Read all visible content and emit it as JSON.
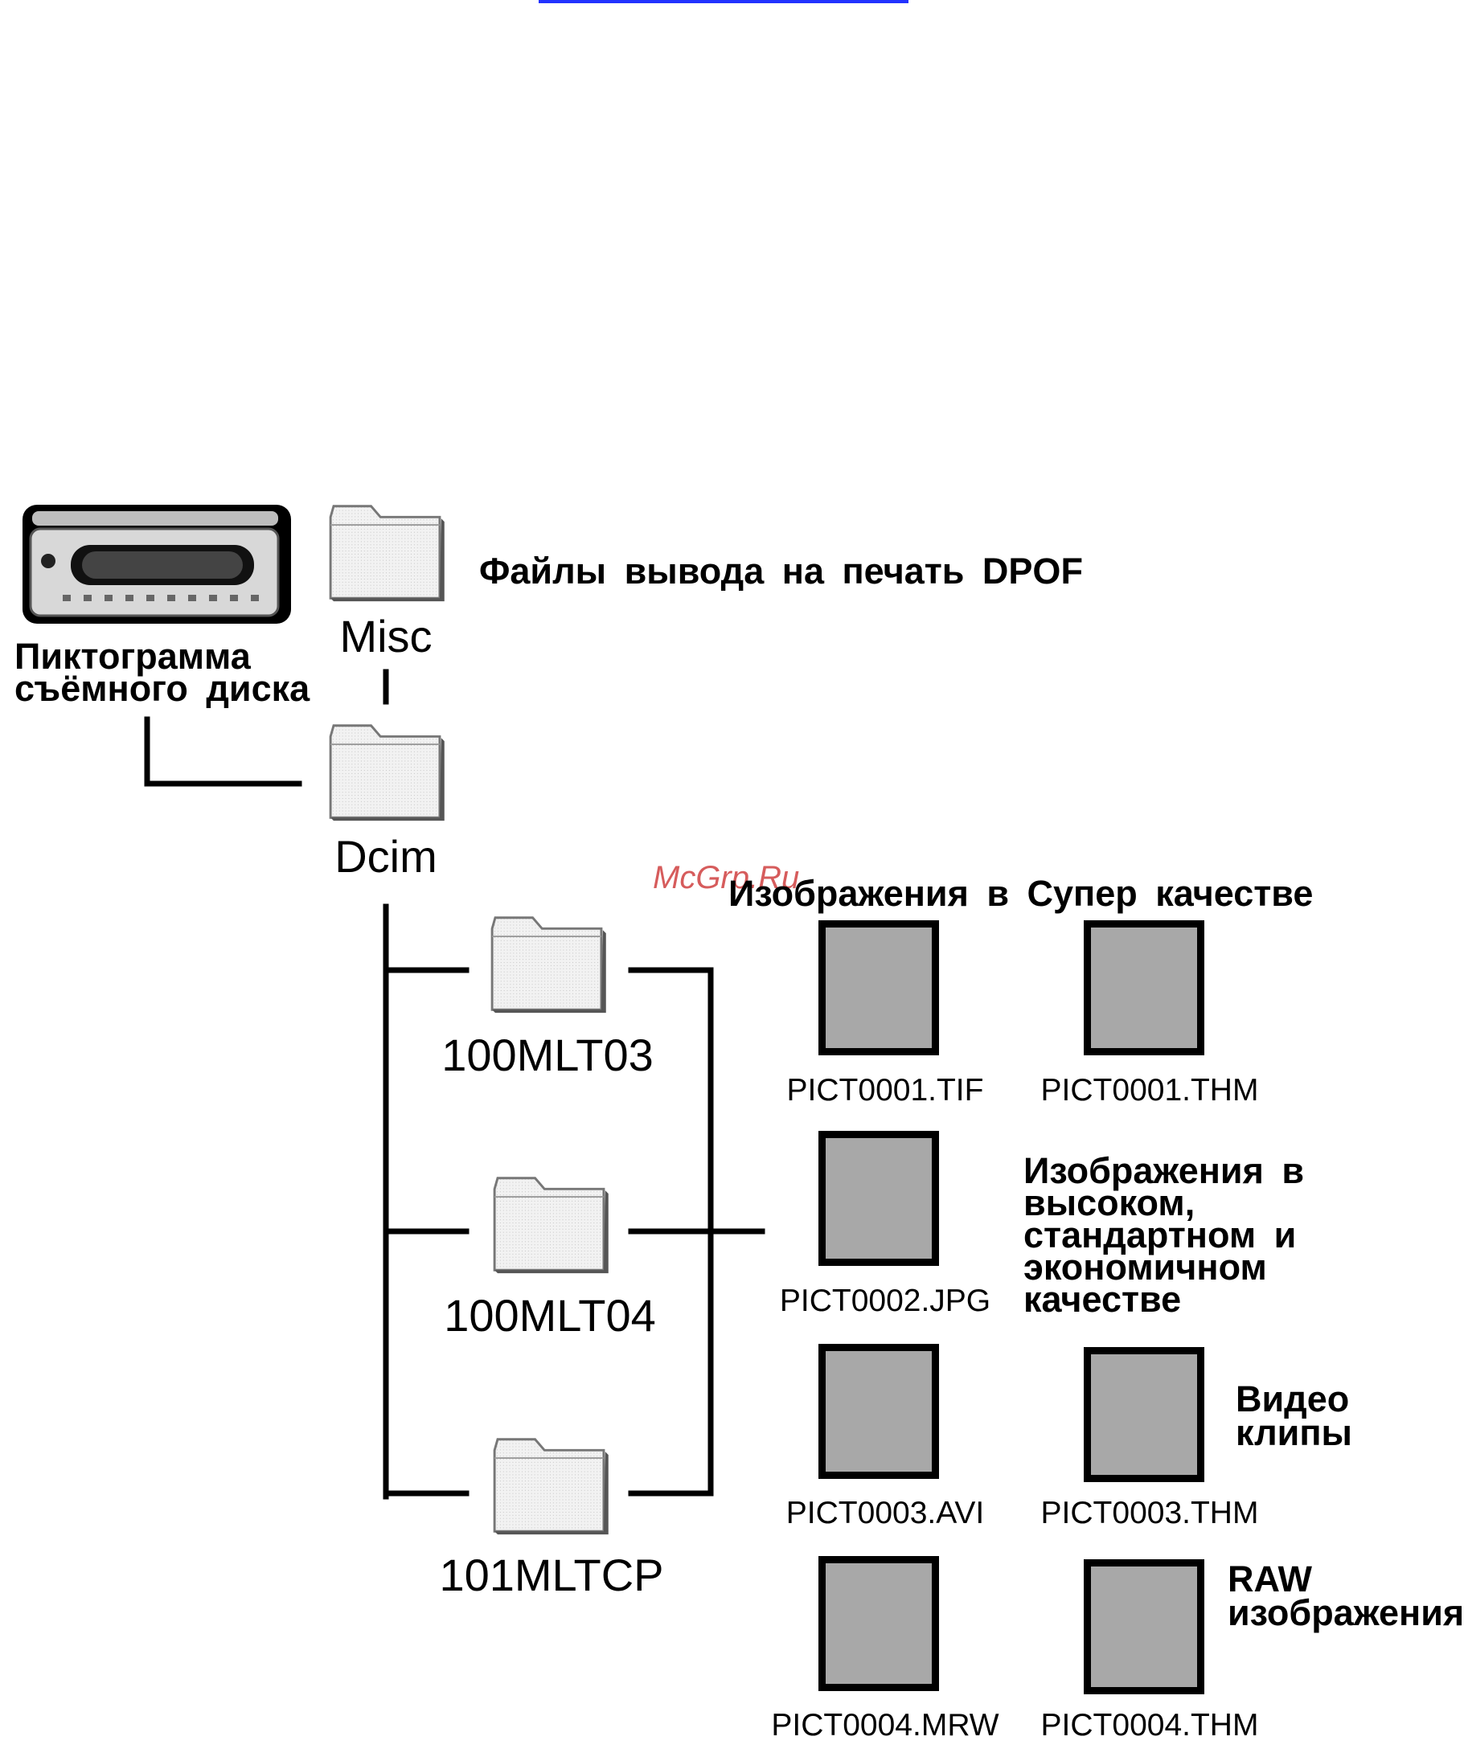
{
  "drive": {
    "label_line1": "Пиктограмма",
    "label_line2": "съёмного диска"
  },
  "folders": {
    "misc": "Misc",
    "dcim": "Dcim",
    "f1": "100MLT03",
    "f2": "100MLT04",
    "f3": "101MLTCP"
  },
  "captions": {
    "dpof": "Файлы вывода на печать DPOF",
    "super": "Изображения в Супер качестве",
    "std_l1": "Изображения в",
    "std_l2": "высоком,",
    "std_l3": "стандартном и",
    "std_l4": "экономичном",
    "std_l5": "качестве",
    "video_l1": "Видео",
    "video_l2": "клипы",
    "raw_l1": "RAW",
    "raw_l2": "изображения"
  },
  "files": {
    "tif": "PICT0001.TIF",
    "thm1": "PICT0001.THM",
    "jpg": "PICT0002.JPG",
    "avi": "PICT0003.AVI",
    "thm3": "PICT0003.THM",
    "mrw": "PICT0004.MRW",
    "thm4": "PICT0004.THM"
  },
  "watermark": "McGrp.Ru",
  "colors": {
    "line": "#000000",
    "file_fill": "#a8a8a8",
    "folder_fill": "#ececec",
    "link": "#2233ff"
  },
  "icons": {
    "drive": "removable-disk-icon",
    "folder": "folder-icon",
    "file": "file-icon"
  }
}
